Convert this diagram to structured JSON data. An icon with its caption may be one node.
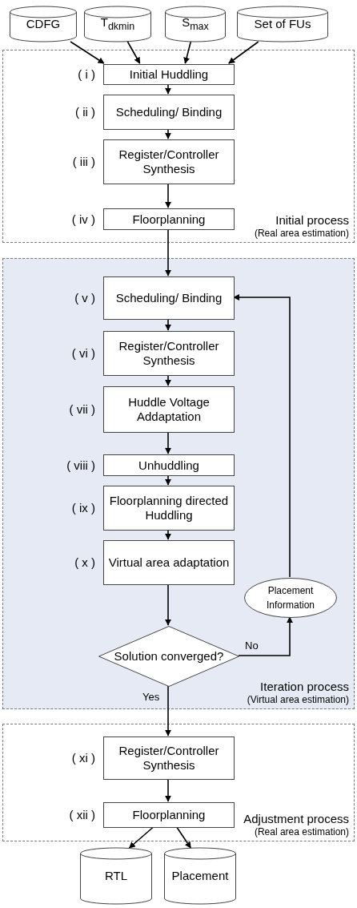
{
  "diagram": {
    "nodes": [
      {
        "text": [
          "CDFG"
        ]
      },
      {
        "text": [
          "T$_{dkmin}$"
        ]
      },
      {
        "text": [
          "S$_{max}$"
        ]
      },
      {
        "text": [
          "Set of FUs"
        ]
      },
      {
        "text": [
          "Initial process",
          "(Real area estimation)"
        ]
      },
      {
        "text": [
          "Initial Huddling"
        ],
        "in": 4,
        "beside": [
          "( i )"
        ]
      },
      {
        "text": [
          "Scheduling/ Binding"
        ],
        "in": 4,
        "beside": [
          "( ii )"
        ]
      },
      {
        "text": [
          "Register/Controller Synthesis"
        ],
        "in": 4,
        "beside": [
          "( iii )"
        ]
      },
      {
        "text": [
          "Floorplanning"
        ],
        "in": 4,
        "beside": [
          "( iv )"
        ]
      },
      {
        "text": [
          "Iteration process",
          "(Virtual area estimation)"
        ]
      },
      {
        "text": [
          "Scheduling/ Binding"
        ],
        "in": 9,
        "beside": [
          "( v )"
        ]
      },
      {
        "text": [
          "Register/Controller Synthesis"
        ],
        "in": 9,
        "beside": [
          "( vi )"
        ]
      },
      {
        "text": [
          "Huddle Voltage Addaptation"
        ],
        "in": 9,
        "beside": [
          "( vii )"
        ]
      },
      {
        "text": [
          "Unhuddling"
        ],
        "in": 9,
        "beside": [
          "( viii )"
        ]
      },
      {
        "text": [
          "Floorplanning directed Huddling"
        ],
        "in": 9,
        "beside": [
          "( ix )"
        ]
      },
      {
        "text": [
          "Virtual area adaptation"
        ],
        "in": 9,
        "beside": [
          "( x )"
        ]
      },
      {
        "text": [
          "Solution converged?"
        ],
        "in": 9
      },
      {
        "text": [
          "Placement Information"
        ],
        "in": 9
      },
      {
        "text": [
          "Adjustment process",
          "(Real area estimation)"
        ]
      },
      {
        "text": [
          "Register/Controller Synthesis"
        ],
        "in": 18,
        "beside": [
          "( xi )"
        ]
      },
      {
        "text": [
          "Floorplanning"
        ],
        "in": 18,
        "beside": [
          "( xii )"
        ]
      },
      {
        "text": [
          "RTL"
        ]
      },
      {
        "text": [
          "Placement"
        ]
      }
    ],
    "edges": [
      {
        "from": 0,
        "to": 5,
        "arrow": "to"
      },
      {
        "from": 1,
        "to": 5,
        "arrow": "to"
      },
      {
        "from": 2,
        "to": 5,
        "arrow": "to"
      },
      {
        "from": 3,
        "to": 5,
        "arrow": "to"
      },
      {
        "from": 5,
        "to": 6,
        "arrow": "to"
      },
      {
        "from": 6,
        "to": 7,
        "arrow": "to"
      },
      {
        "from": 7,
        "to": 8,
        "arrow": "to"
      },
      {
        "from": 8,
        "to": 10,
        "arrow": "to"
      },
      {
        "from": 10,
        "to": 11,
        "arrow": "to"
      },
      {
        "from": 11,
        "to": 12,
        "arrow": "to"
      },
      {
        "from": 12,
        "to": 13,
        "arrow": "to"
      },
      {
        "from": 13,
        "to": 14,
        "arrow": "to"
      },
      {
        "from": 14,
        "to": 15,
        "arrow": "to"
      },
      {
        "from": 15,
        "to": 16,
        "arrow": "to"
      },
      {
        "from": 16,
        "to": 17,
        "label": "No",
        "arrow": "to"
      },
      {
        "from": 17,
        "to": 10,
        "arrow": "to"
      },
      {
        "from": 16,
        "to": 19,
        "label": "Yes",
        "arrow": "to"
      },
      {
        "from": 19,
        "to": 20,
        "arrow": "to"
      },
      {
        "from": 20,
        "to": 21,
        "arrow": "to"
      },
      {
        "from": 20,
        "to": 22,
        "arrow": "to"
      }
    ]
  }
}
